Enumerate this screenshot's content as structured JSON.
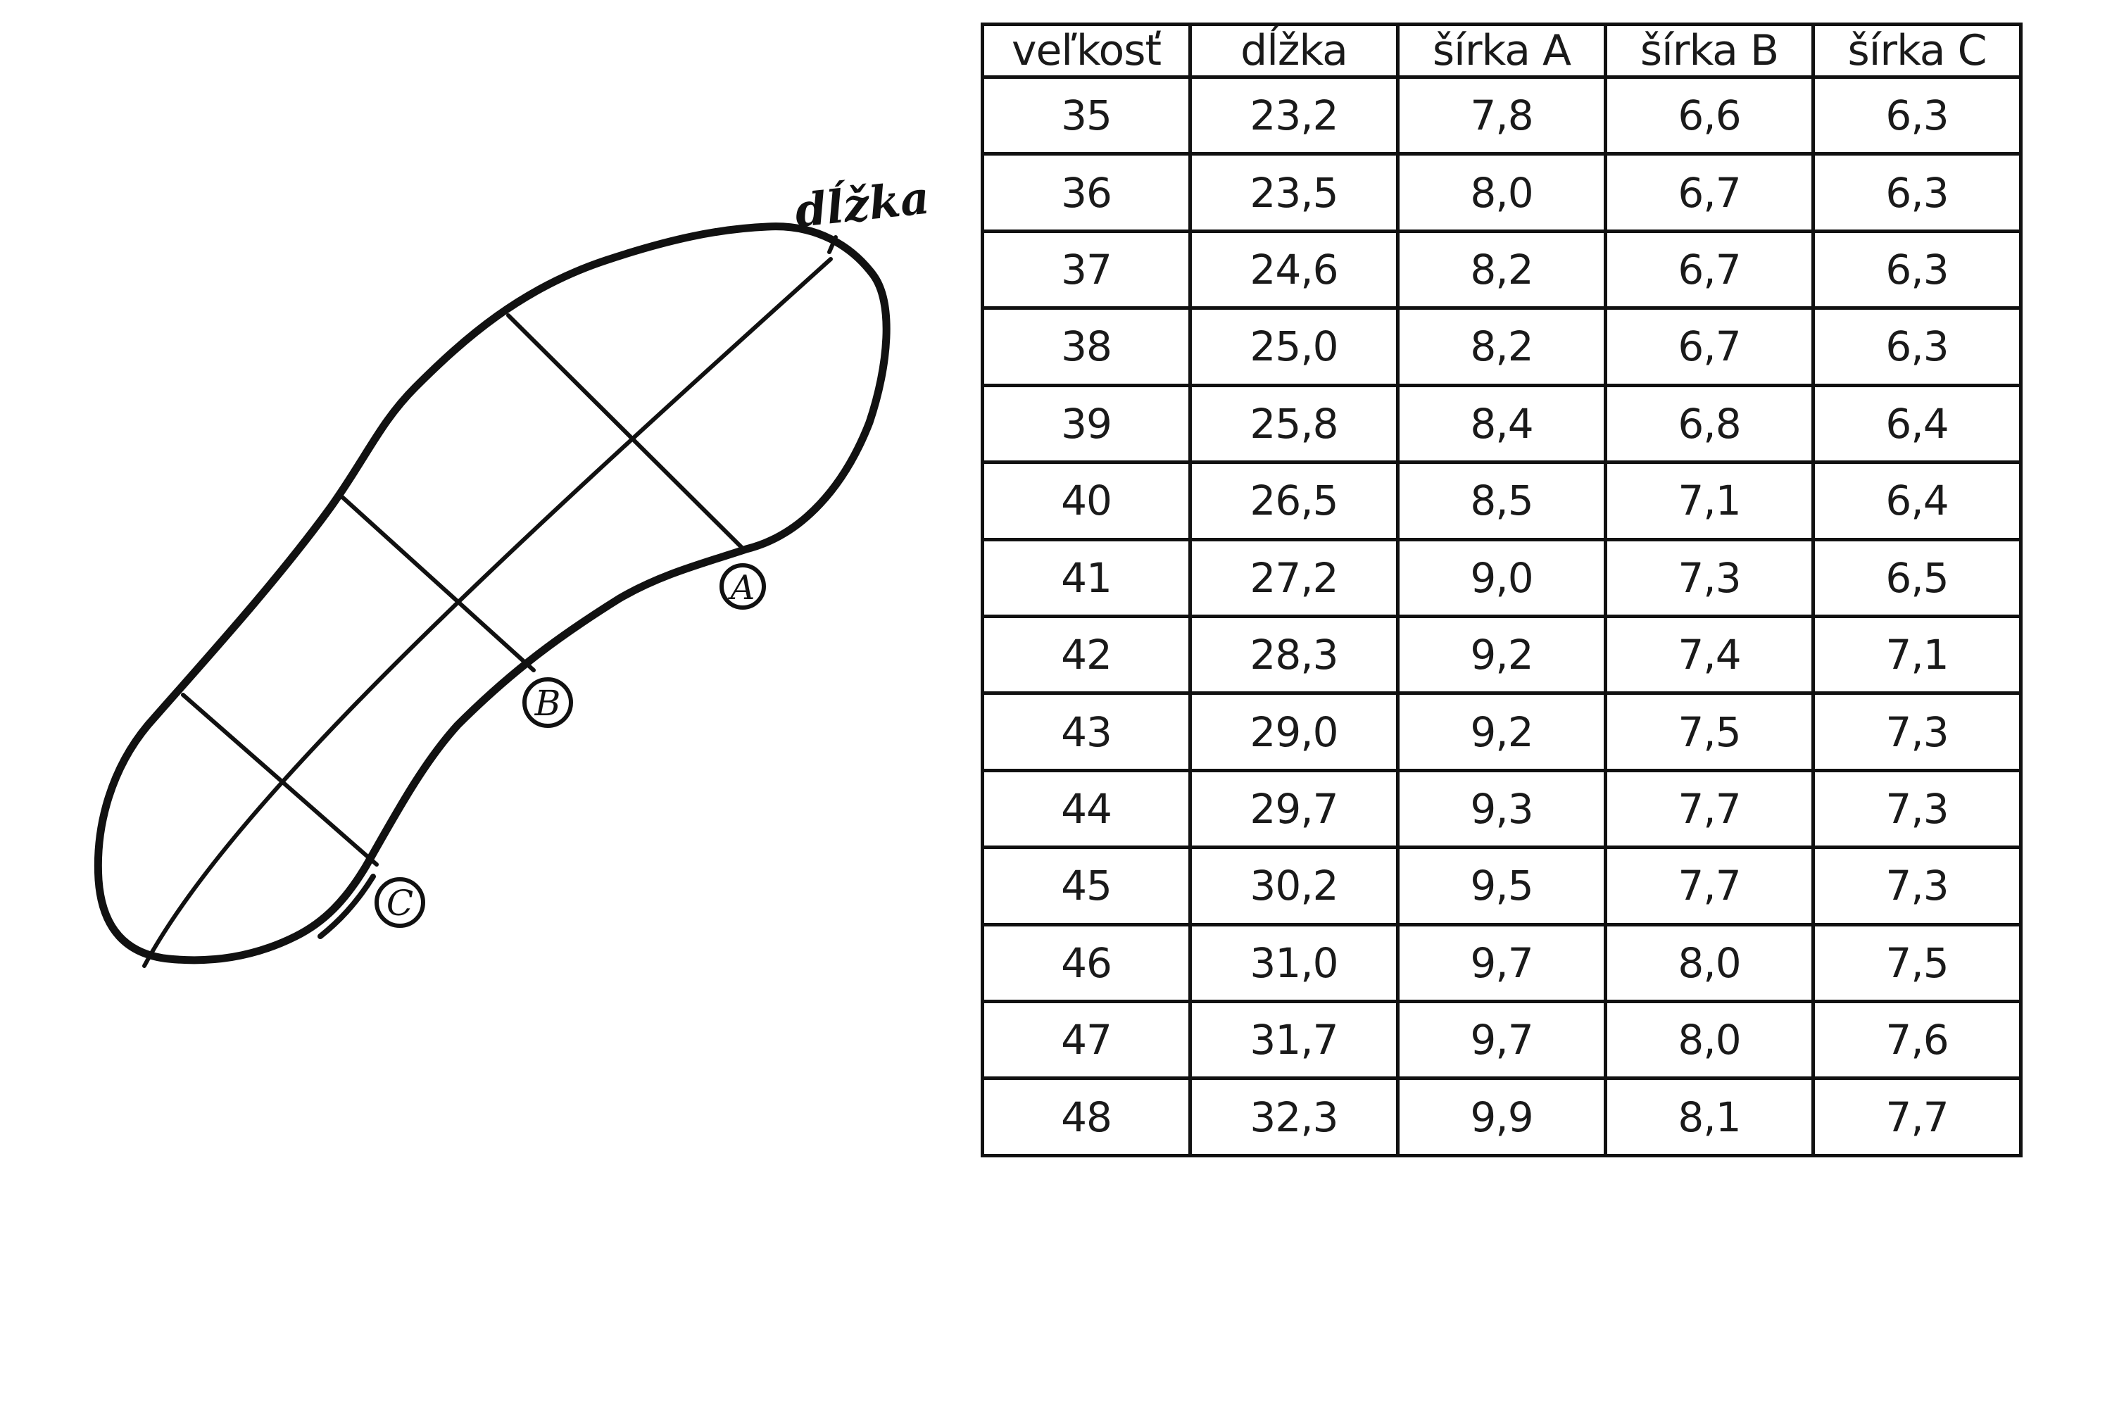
{
  "diagram": {
    "length_label": "dĺžka",
    "point_a": "A",
    "point_b": "B",
    "point_c": "C"
  },
  "table": {
    "headers": [
      "veľkosť",
      "dĺžka",
      "šírka A",
      "šírka B",
      "šírka C"
    ],
    "rows": [
      [
        "35",
        "23,2",
        "7,8",
        "6,6",
        "6,3"
      ],
      [
        "36",
        "23,5",
        "8,0",
        "6,7",
        "6,3"
      ],
      [
        "37",
        "24,6",
        "8,2",
        "6,7",
        "6,3"
      ],
      [
        "38",
        "25,0",
        "8,2",
        "6,7",
        "6,3"
      ],
      [
        "39",
        "25,8",
        "8,4",
        "6,8",
        "6,4"
      ],
      [
        "40",
        "26,5",
        "8,5",
        "7,1",
        "6,4"
      ],
      [
        "41",
        "27,2",
        "9,0",
        "7,3",
        "6,5"
      ],
      [
        "42",
        "28,3",
        "9,2",
        "7,4",
        "7,1"
      ],
      [
        "43",
        "29,0",
        "9,2",
        "7,5",
        "7,3"
      ],
      [
        "44",
        "29,7",
        "9,3",
        "7,7",
        "7,3"
      ],
      [
        "45",
        "30,2",
        "9,5",
        "7,7",
        "7,3"
      ],
      [
        "46",
        "31,0",
        "9,7",
        "8,0",
        "7,5"
      ],
      [
        "47",
        "31,7",
        "9,7",
        "8,0",
        "7,6"
      ],
      [
        "48",
        "32,3",
        "9,9",
        "8,1",
        "7,7"
      ]
    ]
  }
}
